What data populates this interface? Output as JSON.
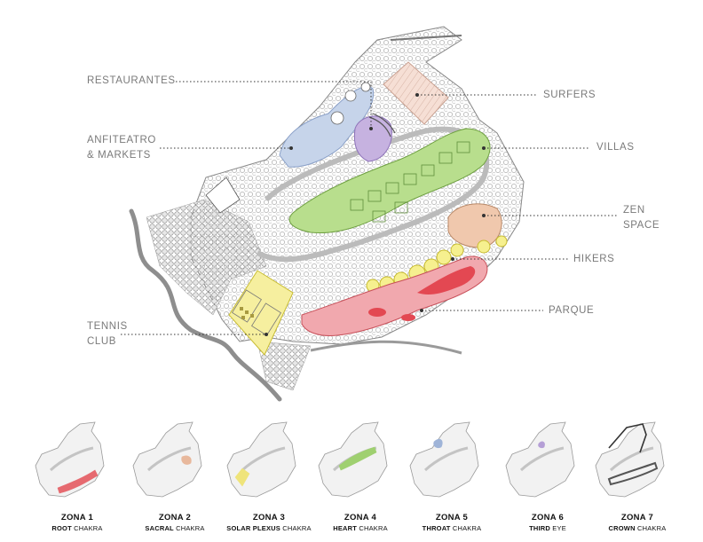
{
  "map_labels": [
    {
      "key": "restaurantes",
      "lines": [
        "RESTAURANTES"
      ]
    },
    {
      "key": "anfiteatro",
      "lines": [
        "ANFITEATRO",
        "& MARKETS"
      ]
    },
    {
      "key": "tennis",
      "lines": [
        "TENNIS",
        "CLUB"
      ]
    },
    {
      "key": "surfers",
      "lines": [
        "SURFERS"
      ]
    },
    {
      "key": "villas",
      "lines": [
        "VILLAS"
      ]
    },
    {
      "key": "zen",
      "lines": [
        "ZEN",
        "SPACE"
      ]
    },
    {
      "key": "hikers",
      "lines": [
        "HIKERS"
      ]
    },
    {
      "key": "parque",
      "lines": [
        "PARQUE"
      ]
    }
  ],
  "zone_colors": {
    "restaurantes": "#b8c8e2",
    "anfiteatro": "#b9a3d6",
    "surfers": "#f1d2c6",
    "villas": "#a9d47a",
    "zen": "#e8b89c",
    "hikers": "#f2ea7e",
    "parque": "#ea6a74",
    "tennis": "#f0e58a"
  },
  "zones": [
    {
      "name": "ZONA 1",
      "bold": "ROOT",
      "rest": " CHAKRA",
      "highlight": "#e66a70"
    },
    {
      "name": "ZONA 2",
      "bold": "SACRAL",
      "rest": " CHAKRA",
      "highlight": "#e8b89c"
    },
    {
      "name": "ZONA 3",
      "bold": "SOLAR PLEXUS",
      "rest": " CHAKRA",
      "highlight": "#efe47a"
    },
    {
      "name": "ZONA 4",
      "bold": "HEART",
      "rest": " CHAKRA",
      "highlight": "#9fd070"
    },
    {
      "name": "ZONA 5",
      "bold": "THROAT",
      "rest": " CHAKRA",
      "highlight": "#9fb4d8"
    },
    {
      "name": "ZONA 6",
      "bold": "THIRD",
      "rest": " EYE",
      "highlight": "#b59fd6"
    },
    {
      "name": "ZONA 7",
      "bold": "CROWN",
      "rest": " CHAKRA",
      "highlight": "#555555"
    }
  ]
}
